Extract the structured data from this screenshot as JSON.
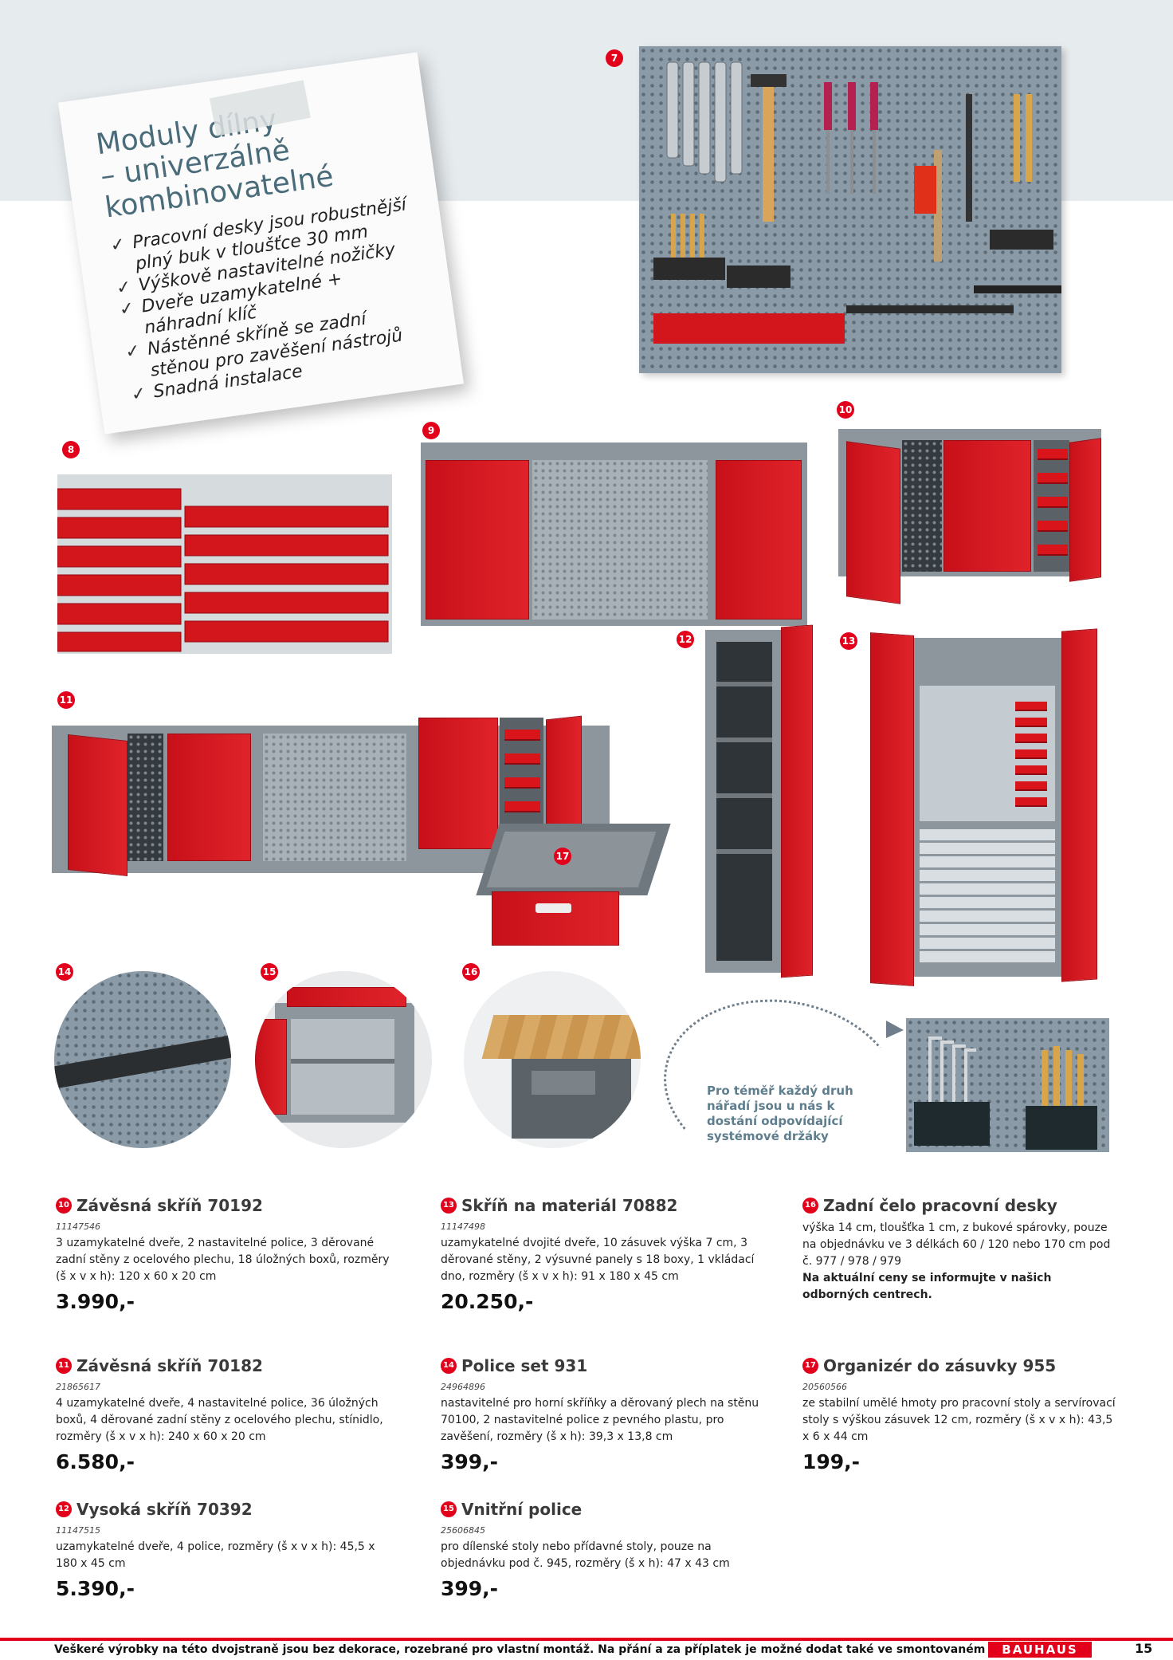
{
  "promo": {
    "title_lines": [
      "Moduly dílny",
      "– univerzálně",
      "kombinovatelné"
    ],
    "check_symbol": "✓",
    "bullets": [
      "Pracovní desky jsou robustnější plný buk v tloušťce 30 mm",
      "Výškově nastavitelné nožičky",
      "Dveře uzamykatelné + náhradní klíč",
      "Nástěnné skříně se zadní stěnou pro zavěšení nástrojů",
      "Snadná instalace"
    ]
  },
  "badges": {
    "b7": "7",
    "b8": "8",
    "b9": "9",
    "b10": "10",
    "b11": "11",
    "b12": "12",
    "b13": "13",
    "b14": "14",
    "b15": "15",
    "b16": "16",
    "b17": "17"
  },
  "system_holders_text": "Pro téměř každý druh nářadí jsou u nás k dostání odpovídající systémové držáky",
  "products": [
    {
      "num": "10",
      "title": "Závěsná skříň 70192",
      "sku": "11147546",
      "desc": "3 uzamykatelné dveře, 2 nastavitelné police, 3 děrované zadní stěny z ocelového plechu, 18 úložných boxů, rozměry (š x v x h): 120 x 60 x 20 cm",
      "price": "3.990,-"
    },
    {
      "num": "13",
      "title": "Skříň na materiál 70882",
      "sku": "11147498",
      "desc": "uzamykatelné dvojité dveře, 10 zásuvek výška 7 cm, 3 děrované stěny, 2 výsuvné panely s 18 boxy, 1 vkládací dno, rozměry (š x v x h): 91 x 180 x 45 cm",
      "price": "20.250,-"
    },
    {
      "num": "16",
      "title": "Zadní čelo pracovní desky",
      "sku": "",
      "desc": "výška 14 cm, tloušťka 1 cm, z bukové spárovky, pouze na objednávku ve 3 délkách 60 / 120 nebo 170 cm pod č. 977 / 978 / 979",
      "note": "Na aktuální ceny se informujte v našich odborných centrech.",
      "price": ""
    },
    {
      "num": "11",
      "title": "Závěsná skříň 70182",
      "sku": "21865617",
      "desc": "4 uzamykatelné dveře, 4 nastavitelné police, 36 úložných boxů, 4 děrované zadní stěny z ocelového plechu, stínidlo, rozměry (š x v x h): 240 x 60 x 20 cm",
      "price": "6.580,-"
    },
    {
      "num": "14",
      "title": "Police set 931",
      "sku": "24964896",
      "desc": "nastavitelné pro horní skříňky a děrovaný plech na stěnu 70100, 2 nastavitelné police z pevného plastu, pro zavěšení, rozměry (š x h): 39,3 x 13,8 cm",
      "price": "399,-"
    },
    {
      "num": "17",
      "title": "Organizér do zásuvky 955",
      "sku": "20560566",
      "desc": "ze stabilní umělé hmoty pro pracovní stoly a servírovací stoly s výškou zásuvek 12 cm, rozměry (š x v x h): 43,5 x 6 x 44 cm",
      "price": "199,-"
    },
    {
      "num": "12",
      "title": "Vysoká skříň 70392",
      "sku": "11147515",
      "desc": "uzamykatelné dveře, 4 police, rozměry (š x v x h): 45,5 x 180 x 45 cm",
      "price": "5.390,-"
    },
    {
      "num": "15",
      "title": "Vnitřní police",
      "sku": "25606845",
      "desc": "pro dílenské stoly nebo přídavné stoly, pouze na objednávku pod č. 945, rozměry (š x h): 47 x 43 cm",
      "price": "399,-"
    }
  ],
  "footer": {
    "text": "Veškeré výrobky na této dvojstraně jsou bez dekorace, rozebrané pro vlastní montáž. Na přání a za příplatek je možné dodat také ve smontovaném stavu.",
    "logo": "BAUHAUS",
    "page": "15"
  },
  "colors": {
    "accent_red": "#e3001b",
    "promo_title": "#4a6c7a",
    "band": "#e6ebee"
  }
}
